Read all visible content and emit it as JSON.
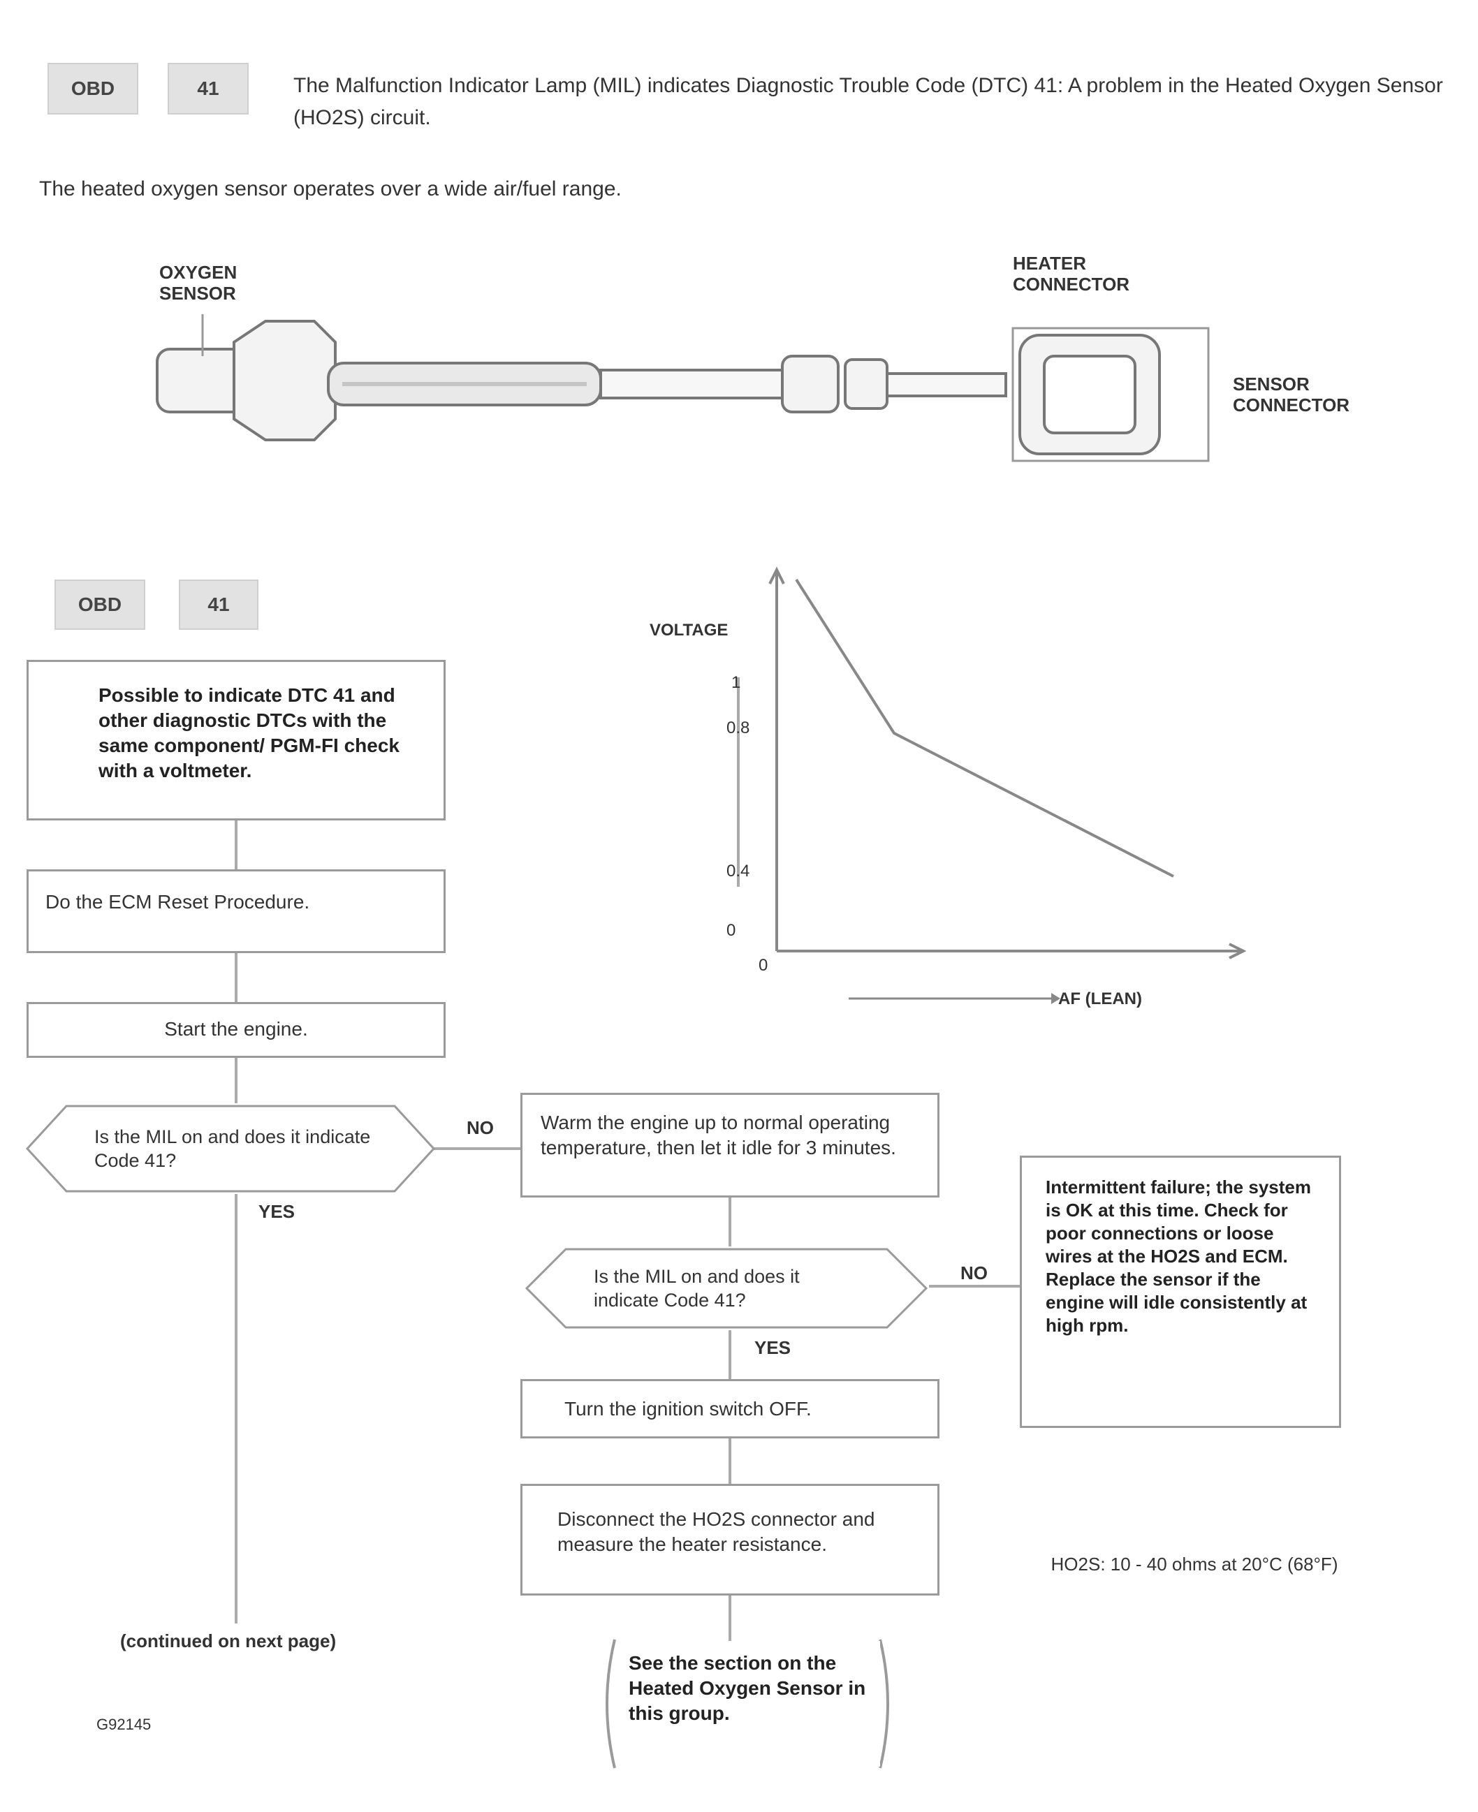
{
  "header": {
    "badge_1": "OBD",
    "badge_2": "41",
    "description": "The Malfunction Indicator Lamp (MIL) indicates Diagnostic Trouble Code (DTC) 41: A problem in the Heated Oxygen Sensor (HO2S) circuit.",
    "note": "The heated oxygen sensor operates over a wide air/fuel range."
  },
  "sensor_diagram": {
    "label_left": "OXYGEN SENSOR",
    "label_top_right": "HEATER CONNECTOR",
    "label_right": "SENSOR CONNECTOR"
  },
  "flow_badges": {
    "badge_1": "OBD",
    "badge_2": "41"
  },
  "graph": {
    "ylabel": "VOLTAGE",
    "y_ticks": [
      "1",
      "0.8",
      "0.4",
      "0"
    ],
    "x_origin": "0",
    "x_axis_caption": "AF (LEAN)"
  },
  "flowchart": {
    "step_1": "Possible to indicate DTC 41 and other diagnostic DTCs with the same component/ PGM-FI check with a voltmeter.",
    "step_2": "Do the ECM Reset Procedure.",
    "step_3": "Start the engine.",
    "decision_1": "Is the MIL on and does it indicate Code 41?",
    "decision_1_no": "NO",
    "decision_1_yes": "YES",
    "step_4": "Warm the engine up to normal operating temperature, then let it idle for 3 minutes.",
    "decision_2": "Is the MIL on and does it indicate Code 41?",
    "decision_2_no": "NO",
    "decision_2_yes": "YES",
    "side_box": "Intermittent failure; the system is OK at this time. Check for poor connections or loose wires at the HO2S and ECM. Replace the sensor if the engine will idle consistently at high rpm.",
    "step_5": "Turn the ignition switch OFF.",
    "step_6": "Disconnect the HO2S connector and measure the heater resistance.",
    "note_right": "HO2S: 10 - 40 ohms at 20°C (68°F)",
    "final_box": "See the section on the Heated Oxygen Sensor in this group.",
    "continued": "(continued on next page)",
    "figure_id": "G92145"
  }
}
